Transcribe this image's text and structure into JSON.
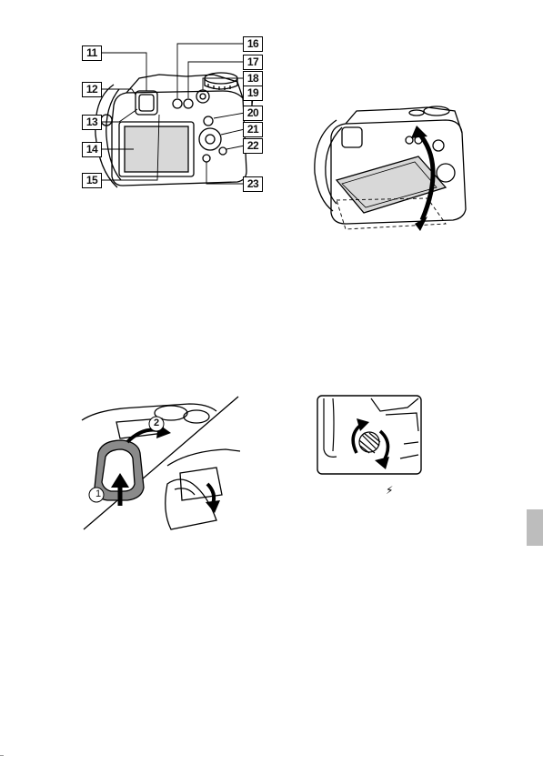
{
  "callouts": [
    "11",
    "12",
    "13",
    "14",
    "15",
    "16",
    "17",
    "18",
    "19",
    "20",
    "21",
    "22",
    "23"
  ],
  "eyecup_steps": [
    "1",
    "2"
  ],
  "flash_symbol": "⚡",
  "colors": {
    "line": "#000000",
    "screen_gray": "#d8d8d8",
    "tab_gray": "#bdbdbd"
  }
}
